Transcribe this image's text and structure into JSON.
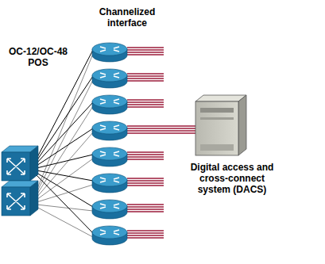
{
  "diagram": {
    "labels": [
      "OC-12/OC-48 POS",
      "Channelized interface",
      "Digital access and cross-connect system (DACS)"
    ]
  }
}
